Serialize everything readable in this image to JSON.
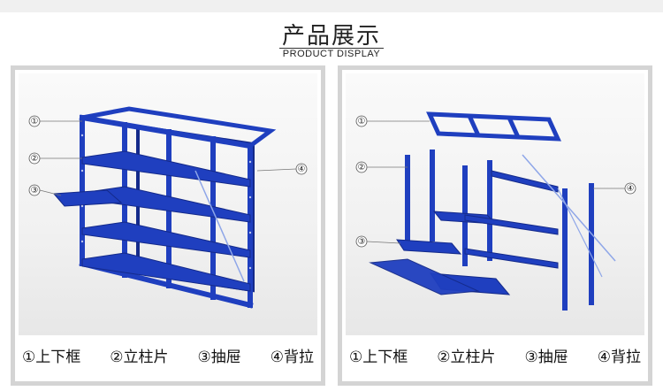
{
  "header": {
    "title": "产品展示",
    "subtitle": "PRODUCT DISPLAY"
  },
  "left_panel": {
    "markers": [
      "①",
      "②",
      "③",
      "④"
    ],
    "legend": [
      "①上下框",
      "②立柱片",
      "③抽屉",
      "④背拉"
    ]
  },
  "right_panel": {
    "markers": [
      "①",
      "②",
      "③",
      "④"
    ],
    "legend": [
      "①上下框",
      "②立柱片",
      "③抽屉",
      "④背拉"
    ]
  },
  "colors": {
    "rack_blue": "#1f3fbf",
    "rack_dark": "#142a8a",
    "panel_border": "#d4d4d4"
  }
}
